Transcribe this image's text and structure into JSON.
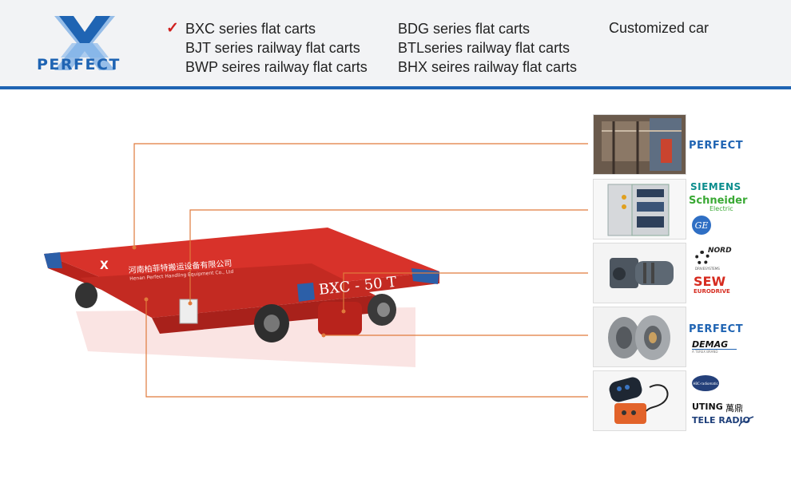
{
  "header": {
    "logo_text": "PERFECT",
    "nav": [
      {
        "label": "BXC series flat carts",
        "selected": true
      },
      {
        "label": "BJT series railway flat carts"
      },
      {
        "label": "BWP seires railway flat carts"
      },
      {
        "label": "BDG series flat carts"
      },
      {
        "label": "BTLseries railway flat carts"
      },
      {
        "label": "BHX seires railway flat carts"
      },
      {
        "label": "Customized  car"
      }
    ]
  },
  "cart": {
    "model_plate": "BXC - 50 T",
    "company_cn": "河南柏菲特搬运设备有限公司",
    "company_en": "Henan Perfect Handling Equipment Co., Ltd"
  },
  "components": [
    {
      "name": "frame-workshop",
      "brands": [
        "PERFECT"
      ]
    },
    {
      "name": "electric-cabinet",
      "brands": [
        "SIEMENS",
        "Schneider",
        "Electric",
        "GE"
      ]
    },
    {
      "name": "gear-motor",
      "brands": [
        "NORD",
        "DRIVESYSTEMS",
        "SEW",
        "EURODRIVE"
      ]
    },
    {
      "name": "wheels",
      "brands": [
        "PERFECT",
        "DEMAG",
        "A TEREX BRAND"
      ]
    },
    {
      "name": "remote-control",
      "brands": [
        "HBC-radiomatic",
        "UTING",
        "萬鼎",
        "TELE RADIO"
      ]
    }
  ],
  "colors": {
    "accent_blue": "#1f64b3",
    "leader_orange": "#e07a3c",
    "cart_red": "#d8322a",
    "check_red": "#d0201f",
    "header_bg": "#f2f3f5"
  }
}
